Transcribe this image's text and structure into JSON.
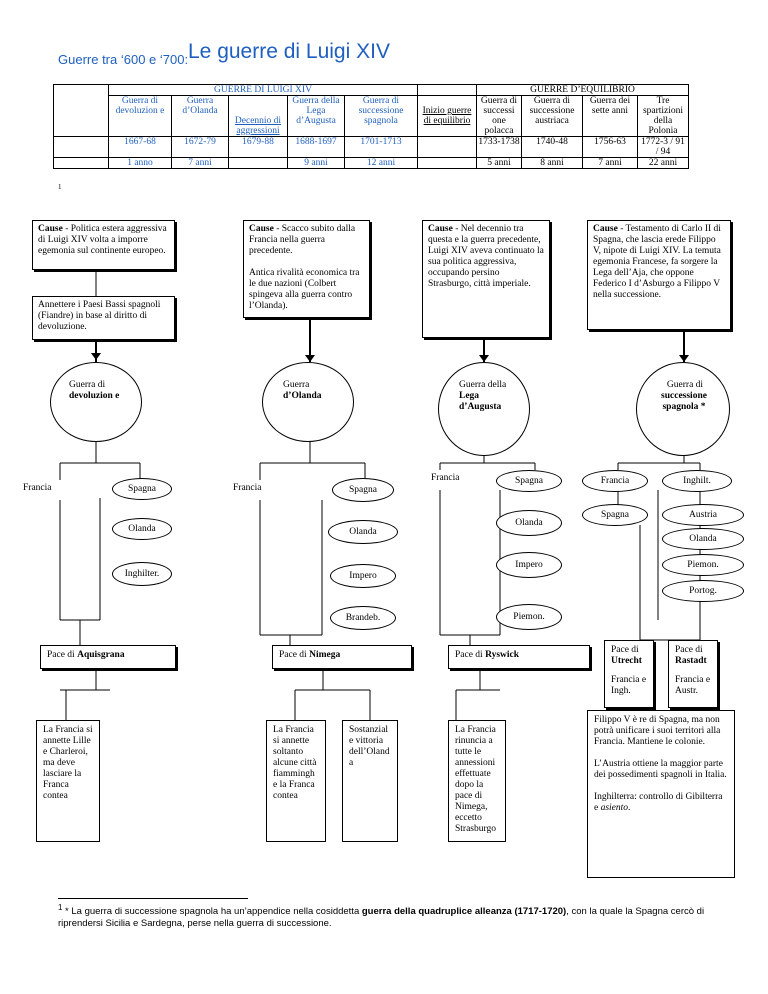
{
  "header": {
    "subtitle": "Guerre tra ‘600 e ‘700:",
    "title": "Le guerre di Luigi XIV"
  },
  "table": {
    "group_luigi": "GUERRE DI LUIGI XIV",
    "group_equilibrio": "GUERRE D’EQUILIBRIO",
    "names": [
      "Guerra di devoluzion e",
      "Guerra d’Olanda",
      "Decennio di aggressioni",
      "Guerra della Lega d’Augusta",
      "Guerra di successione spagnola",
      "Inizio guerre di equilibrio",
      "Guerra di successi one polacca",
      "Guerra di successione austriaca",
      "Guerra dei sette anni",
      "Tre spartizioni della Polonia"
    ],
    "years": [
      "1667-68",
      "1672-79",
      "1679-88",
      "1688-1697",
      "1701-1713",
      "",
      "1733-1738",
      "1740-48",
      "1756-63",
      "1772-3 / 91 / 94"
    ],
    "durations": [
      "1 anno",
      "7 anni",
      "",
      "9 anni",
      "12 anni",
      "",
      "5 anni",
      "8 anni",
      "7 anni",
      "22 anni"
    ],
    "footnote_ref": "1"
  },
  "col1": {
    "cause_label": "Cause",
    "cause_text": " - Politica estera aggressiva di Luigi XIV volta a imporre egemonia sul continente europeo.",
    "sub_cause": "Annettere i Paesi Bassi spagnoli (Fiandre) in base al diritto di devoluzione.",
    "war_prefix": "Guerra di",
    "war_name": "devoluzion e",
    "left": "Francia",
    "allies": [
      "Spagna",
      "Olanda",
      "Inghilter."
    ],
    "peace_prefix": "Pace di ",
    "peace_name": "Aquisgrana",
    "result": "La Francia si annette Lille e Charleroi, ma deve lasciare la Franca contea"
  },
  "col2": {
    "cause_label": "Cause",
    "cause_text": " - Scacco subito dalla Francia nella guerra precedente.",
    "cause_text2": "Antica rivalità economica tra le due nazioni (Colbert spingeva alla guerra contro l’Olanda).",
    "war_prefix": "Guerra",
    "war_name": "d’Olanda",
    "left": "Francia",
    "allies": [
      "Spagna",
      "Olanda",
      "Impero",
      "Brandeb."
    ],
    "peace_prefix": "Pace di ",
    "peace_name": "Nimega",
    "result1": "La Francia si annette soltanto alcune città fiammingh e la Franca contea",
    "result2": "Sostanzial e vittoria dell’Oland a"
  },
  "col3": {
    "cause_label": "Cause",
    "cause_text": " - Nel decennio tra questa e la guerra precedente, Luigi XIV aveva continuato la sua politica aggressiva, occupando persino Strasburgo, città imperiale.",
    "war_prefix": "Guerra della",
    "war_name": "Lega d’Augusta",
    "left": "Francia",
    "allies": [
      "Spagna",
      "Olanda",
      "Impero",
      "Piemon."
    ],
    "peace_prefix": "Pace di ",
    "peace_name": "Ryswick",
    "result": "La Francia rinuncia a tutte le annessioni effettuate dopo la pace di Nimega, eccetto Strasburgo"
  },
  "col4": {
    "cause_label": "Cause",
    "cause_text": " - Testamento di Carlo II di Spagna, che lascia erede Filippo V, nipote di Luigi XIV. La temuta egemonia Francese, fa sorgere la Lega dell’Aja, che oppone Federico I d’Asburgo a Filippo V nella successione.",
    "war_prefix": "Guerra di",
    "war_name": "successione spagnola",
    "war_mark": " *",
    "left1": "Francia",
    "left2": "Spagna",
    "allies": [
      "Inghilt.",
      "Austria",
      "Olanda",
      "Piemon.",
      "Portog."
    ],
    "peace1_prefix": "Pace di",
    "peace1_name": "Utrecht",
    "peace1_parties": "Francia e Ingh.",
    "peace2_prefix": "Pace di",
    "peace2_name": "Rastadt",
    "peace2_parties": "Francia e Austr.",
    "result1": "Filippo V è re di Spagna, ma non potrà unificare i suoi territori alla Francia. Mantiene le colonie.",
    "result2": "L’Austria ottiene la maggior parte dei possedimenti spagnoli in Italia.",
    "result3_prefix": "Inghilterra: controllo di Gibilterra e ",
    "result3_italic": "asiento",
    "result3_suffix": "."
  },
  "footnote": {
    "number": "1",
    "prefix": " * La guerra di successione spagnola ha un’appendice nella cosiddetta ",
    "bold": "guerra della quadruplice alleanza (1717-1720)",
    "suffix": ", con la quale la Spagna cercò di riprendersi Sicilia e Sardegna, perse nella guerra di successione."
  }
}
